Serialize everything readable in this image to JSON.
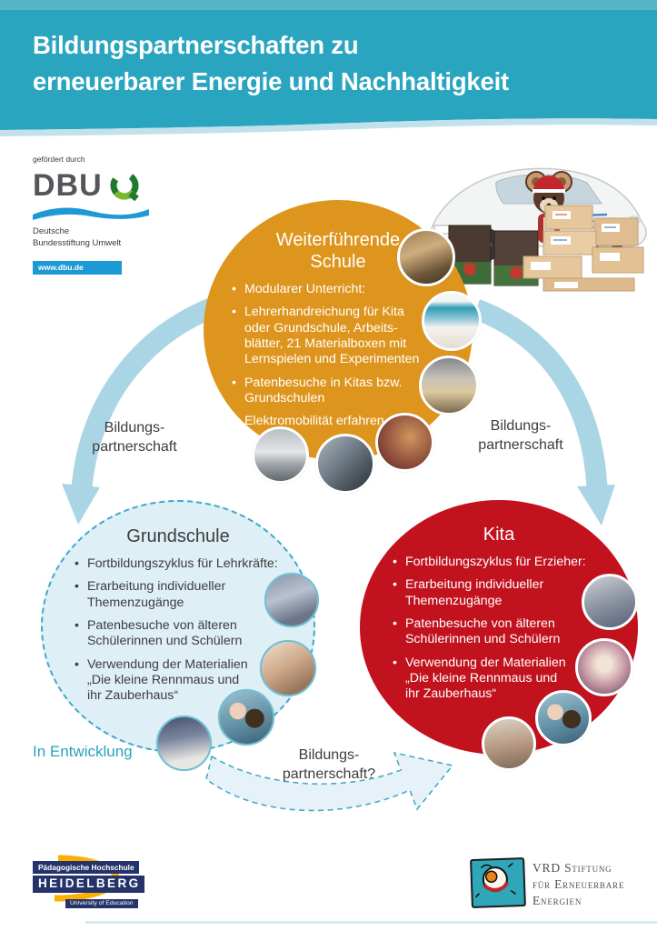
{
  "header": {
    "title": "Bildungspartnerschaften zu\nerneuerbarer Energie und Nachhaltigkeit"
  },
  "funder": {
    "funded_by": "gefördert durch",
    "logo": "DBU",
    "org": "Deutsche\nBundesstiftung Umwelt",
    "website": "www.dbu.de"
  },
  "nodes": {
    "secondary_school": {
      "title": "Weiterführende\nSchule",
      "bullets": [
        "Modularer Unterricht:",
        "Lehrerhandreichung für Kita\noder Grundschule, Arbeits-\nblätter, 21 Materialboxen mit\nLernspielen und Experimenten",
        "Patenbesuche in Kitas bzw.\nGrundschulen",
        "Elektromobilität erfahren"
      ]
    },
    "primary_school": {
      "title": "Grundschule",
      "bullets": [
        "Fortbildungszyklus für Lehrkräfte:",
        "Erarbeitung individueller\nThemenzugänge",
        "Patenbesuche von älteren\nSchülerinnen und Schülern",
        "Verwendung der Materialien\n„Die kleine Rennmaus und\nihr Zauberhaus“"
      ]
    },
    "kita": {
      "title": "Kita",
      "bullets": [
        "Fortbildungszyklus für Erzieher:",
        "Erarbeitung individueller\nThemenzugänge",
        "Patenbesuche von älteren\nSchülerinnen und Schülern",
        "Verwendung der Materialien\n„Die kleine Rennmaus und\nihr Zauberhaus“"
      ]
    }
  },
  "relations": {
    "left": "Bildungs-\npartnerschaft",
    "right": "Bildungs-\npartnerschaft",
    "bottom": "Bildungs-\npartnerschaft?"
  },
  "status": {
    "in_development": "In Entwicklung"
  },
  "partners": {
    "heidelberg": {
      "line1": "Pädagogische Hochschule",
      "line2": "HEIDELBERG",
      "line3": "University of Education"
    },
    "vrd": {
      "name": "VRD Stiftung\nfür Erneuerbare\nEnergien"
    }
  },
  "colors": {
    "banner_teal": "#2AA5BF",
    "orange_node": "#DE951D",
    "red_node": "#C1121E",
    "light_blue_node": "#DFEFF6",
    "arrow_blue": "#A9D5E5",
    "dashed_teal": "#45ABC7",
    "dbu_blue": "#1D9AD6",
    "accent_teal": "#2AA3BE"
  }
}
